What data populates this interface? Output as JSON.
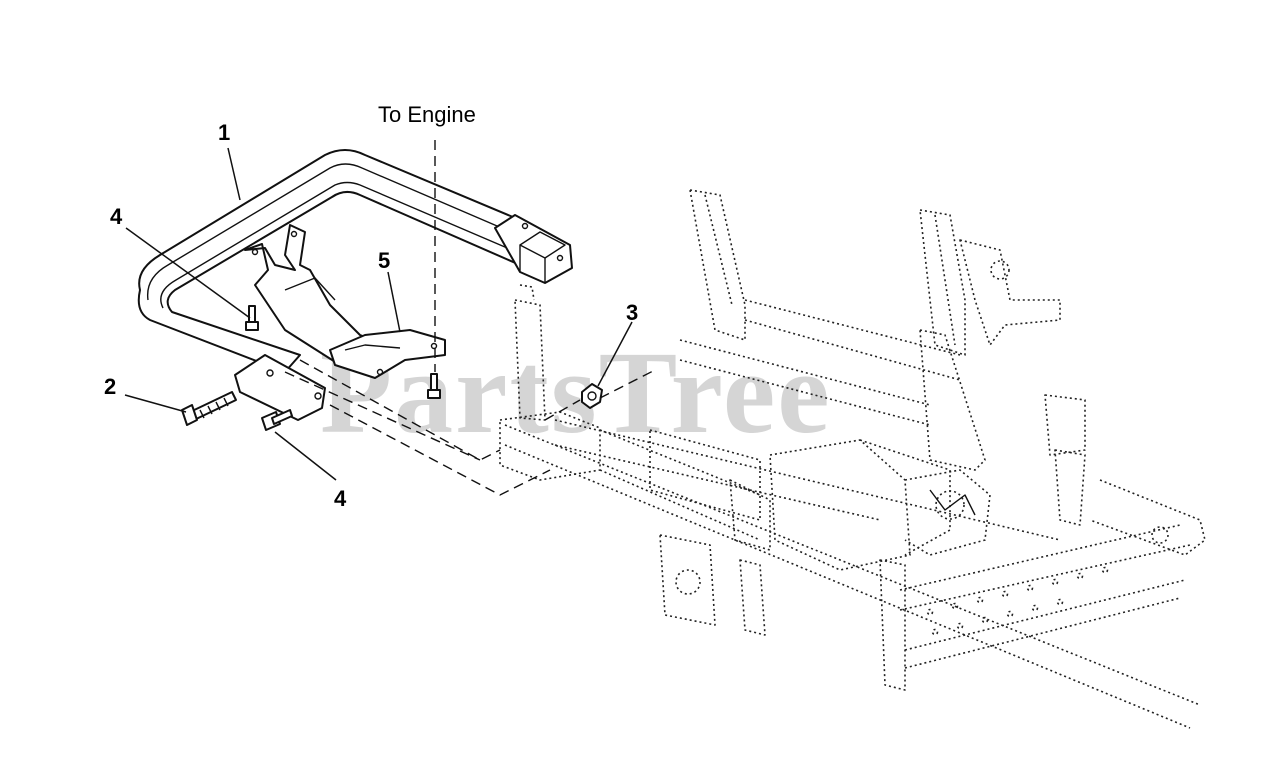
{
  "diagram": {
    "watermark": "PartsTree",
    "label_to_engine": "To Engine",
    "callouts": {
      "part_1": "1",
      "part_2": "2",
      "part_3": "3",
      "part_4_upper": "4",
      "part_4_lower": "4",
      "part_5": "5"
    }
  }
}
